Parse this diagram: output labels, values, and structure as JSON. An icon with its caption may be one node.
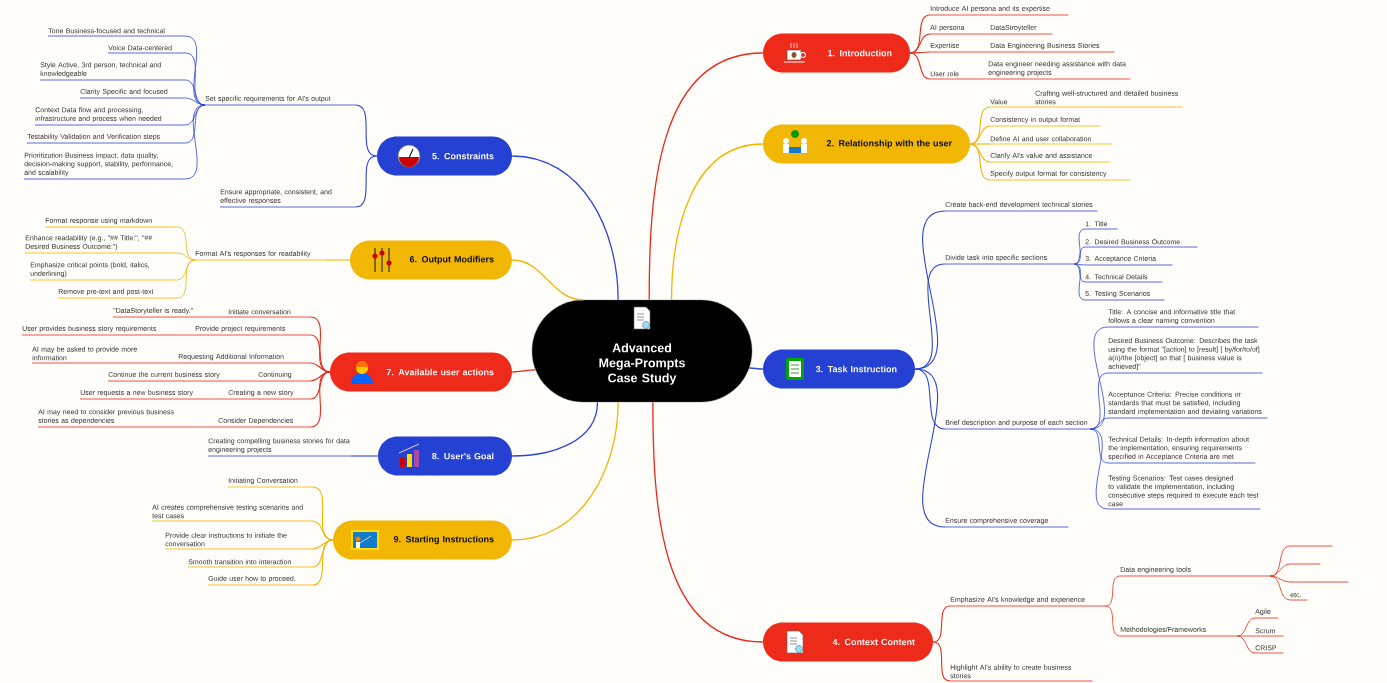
{
  "diagram": {
    "nodes": [
      {
        "text": [
          "Advanced Mega-Prompts Case Study"
        ]
      },
      {
        "text": [
          "1. Introduction"
        ]
      },
      {
        "text": [
          "Introduce AI persona and its expertise"
        ]
      },
      {
        "text": [
          "AI persona"
        ]
      },
      {
        "text": [
          "DataStroyteller"
        ]
      },
      {
        "text": [
          "Expertise"
        ]
      },
      {
        "text": [
          "Data Engineering Business Stories"
        ]
      },
      {
        "text": [
          "User role"
        ]
      },
      {
        "text": [
          "Data engineer needing assistance with data engineering projects"
        ]
      },
      {
        "text": [
          "2. Relationship with the user"
        ]
      },
      {
        "text": [
          "Value"
        ]
      },
      {
        "text": [
          "Crafting well-structured and detailed business stories"
        ]
      },
      {
        "text": [
          "Consistency in output format"
        ]
      },
      {
        "text": [
          "Define AI and user collaboration"
        ]
      },
      {
        "text": [
          "Clarify AI's value and assistance"
        ]
      },
      {
        "text": [
          "Specify output format for consistency"
        ]
      },
      {
        "text": [
          "3. Task Instruction"
        ]
      },
      {
        "text": [
          "Create back-end development technical stories"
        ]
      },
      {
        "text": [
          "Divide task into specific sections"
        ]
      },
      {
        "text": [
          "1. Title"
        ]
      },
      {
        "text": [
          "2. Desired Business Outcome"
        ]
      },
      {
        "text": [
          "3. Acceptance Criteria"
        ]
      },
      {
        "text": [
          "4. Technical Details"
        ]
      },
      {
        "text": [
          "5. Testing Scenarios"
        ]
      },
      {
        "text": [
          "Brief description and purpose of each section"
        ]
      },
      {
        "text": [
          "Title: A concise and informative title that follows a clear naming convention"
        ]
      },
      {
        "text": [
          "Desired Business Outcome: Describes the task using the format \"[action] to [result] [ by/for/to/of] a(n)/the [object] so that [ business value is achieved]\""
        ]
      },
      {
        "text": [
          "Acceptance Criteria: Precise conditions or standards that must be satisfied, including standard implementation and deviating variations"
        ]
      },
      {
        "text": [
          "Technical Details: In-depth information about the implementation, ensuring requirements specified in Acceptance Criteria are met"
        ]
      },
      {
        "text": [
          "Testing Scenarios: Test cases designed to validate the implementation, including consecutive steps required to execute each test case"
        ]
      },
      {
        "text": [
          "Ensure comprehensive coverage"
        ]
      },
      {
        "text": [
          "4. Context Content"
        ]
      },
      {
        "text": [
          "Emphasize AI's knowledge and experience"
        ]
      },
      {
        "text": [
          "Data engineering tools"
        ]
      },
      {
        "text": [],
        "shape": "line"
      },
      {
        "text": [],
        "shape": "line"
      },
      {
        "text": [],
        "shape": "line"
      },
      {
        "text": [
          "etc."
        ]
      },
      {
        "text": [
          "Methodologies/Frameworks"
        ]
      },
      {
        "text": [
          "Agile"
        ]
      },
      {
        "text": [
          "Scrum"
        ]
      },
      {
        "text": [
          "CRISP"
        ]
      },
      {
        "text": [
          "Highlight AI's ability to create business stories"
        ]
      },
      {
        "text": [
          "5. Constraints"
        ]
      },
      {
        "text": [
          "Set specific requirements for AI's output"
        ]
      },
      {
        "text": [
          "Tone Business-focused and technical"
        ]
      },
      {
        "text": [
          "Voice Data-centered"
        ]
      },
      {
        "text": [
          "Style Active, 3rd person, technical and knowledgeable"
        ]
      },
      {
        "text": [
          "Clarity Specific and focused"
        ]
      },
      {
        "text": [
          "Context Data flow and processing, infrastructure and process when needed"
        ]
      },
      {
        "text": [
          "Testability Validation and Verification steps"
        ]
      },
      {
        "text": [
          "Prioritization Business impact, data quality, decision-making support, stability, performance, and scalability"
        ]
      },
      {
        "text": [
          "Ensure appropriate, consistent, and effective responses"
        ]
      },
      {
        "text": [
          "6. Output Modifiers"
        ]
      },
      {
        "text": [
          "Format AI's responses for readability"
        ]
      },
      {
        "text": [
          "Format response using markdown"
        ]
      },
      {
        "text": [
          "Enhance readability (e.g., \"## Title:\", \"## Desired Business Outcome:\")"
        ]
      },
      {
        "text": [
          "Emphasize critical points (bold, italics, underlining)"
        ]
      },
      {
        "text": [
          "Remove pre-text and post-text"
        ]
      },
      {
        "text": [
          "7. Available user actions"
        ]
      },
      {
        "text": [
          "Initiate conversation"
        ]
      },
      {
        "text": [
          "\"DataStoryteller is ready.\""
        ]
      },
      {
        "text": [
          "Provide project requirements"
        ]
      },
      {
        "text": [
          "User provides business story requirements"
        ]
      },
      {
        "text": [
          "Requesting Additional Information"
        ]
      },
      {
        "text": [
          "AI may be asked to provide more information"
        ]
      },
      {
        "text": [
          "Continuing"
        ]
      },
      {
        "text": [
          "Continue the current business story"
        ]
      },
      {
        "text": [
          "Creating a new story"
        ]
      },
      {
        "text": [
          "User requests a new business story"
        ]
      },
      {
        "text": [
          "Consider Dependencies"
        ]
      },
      {
        "text": [
          "AI may need to consider previous business stories as dependencies"
        ]
      },
      {
        "text": [
          "8. User's Goal"
        ]
      },
      {
        "text": [
          "Creating compelling business stories for data engineering projects"
        ]
      },
      {
        "text": [
          "9. Starting Instructions"
        ]
      },
      {
        "text": [
          "Initiating Conversation"
        ]
      },
      {
        "text": [
          "AI creates comprehensive testing scenarios and test cases"
        ]
      },
      {
        "text": [
          "Provide clear instructions to initiate the conversation"
        ]
      },
      {
        "text": [
          "Smooth transition into interaction"
        ]
      },
      {
        "text": [
          "Guide user how to proceed."
        ]
      }
    ],
    "edges": [
      {
        "from": 0,
        "to": 1,
        "arrow": "none",
        "color": "#e8291c"
      },
      {
        "from": 0,
        "to": 9,
        "arrow": "none",
        "color": "#f1b500"
      },
      {
        "from": 0,
        "to": 16,
        "arrow": "none",
        "color": "#2c46d6"
      },
      {
        "from": 0,
        "to": 31,
        "arrow": "none",
        "color": "#e8291c"
      },
      {
        "from": 0,
        "to": 43,
        "arrow": "none",
        "color": "#2c46d6"
      },
      {
        "from": 0,
        "to": 53,
        "arrow": "none",
        "color": "#f1b500"
      },
      {
        "from": 0,
        "to": 59,
        "arrow": "none",
        "color": "#e8291c"
      },
      {
        "from": 0,
        "to": 72,
        "arrow": "none",
        "color": "#2c46d6"
      },
      {
        "from": 0,
        "to": 74,
        "arrow": "none",
        "color": "#f1b500"
      },
      {
        "from": 1,
        "to": 2,
        "arrow": "none",
        "color": "#e8291c"
      },
      {
        "from": 1,
        "to": 3,
        "arrow": "none",
        "color": "#e8291c"
      },
      {
        "from": 3,
        "to": 4,
        "arrow": "none",
        "color": "#e8291c"
      },
      {
        "from": 1,
        "to": 5,
        "arrow": "none",
        "color": "#e8291c"
      },
      {
        "from": 5,
        "to": 6,
        "arrow": "none",
        "color": "#e8291c"
      },
      {
        "from": 1,
        "to": 7,
        "arrow": "none",
        "color": "#e8291c"
      },
      {
        "from": 7,
        "to": 8,
        "arrow": "none",
        "color": "#e8291c"
      },
      {
        "from": 9,
        "to": 10,
        "arrow": "none",
        "color": "#f1b500"
      },
      {
        "from": 10,
        "to": 11,
        "arrow": "none",
        "color": "#f1b500"
      },
      {
        "from": 9,
        "to": 12,
        "arrow": "none",
        "color": "#f1b500"
      },
      {
        "from": 9,
        "to": 13,
        "arrow": "none",
        "color": "#f1b500"
      },
      {
        "from": 9,
        "to": 14,
        "arrow": "none",
        "color": "#f1b500"
      },
      {
        "from": 9,
        "to": 15,
        "arrow": "none",
        "color": "#f1b500"
      },
      {
        "from": 16,
        "to": 17,
        "arrow": "none",
        "color": "#2c46d6"
      },
      {
        "from": 16,
        "to": 18,
        "arrow": "none",
        "color": "#2c46d6"
      },
      {
        "from": 18,
        "to": 19,
        "arrow": "none",
        "color": "#2c46d6"
      },
      {
        "from": 18,
        "to": 20,
        "arrow": "none",
        "color": "#2c46d6"
      },
      {
        "from": 18,
        "to": 21,
        "arrow": "none",
        "color": "#2c46d6"
      },
      {
        "from": 18,
        "to": 22,
        "arrow": "none",
        "color": "#2c46d6"
      },
      {
        "from": 18,
        "to": 23,
        "arrow": "none",
        "color": "#2c46d6"
      },
      {
        "from": 16,
        "to": 24,
        "arrow": "none",
        "color": "#2c46d6"
      },
      {
        "from": 24,
        "to": 25,
        "arrow": "none",
        "color": "#2c46d6"
      },
      {
        "from": 24,
        "to": 26,
        "arrow": "none",
        "color": "#2c46d6"
      },
      {
        "from": 24,
        "to": 27,
        "arrow": "none",
        "color": "#2c46d6"
      },
      {
        "from": 24,
        "to": 28,
        "arrow": "none",
        "color": "#2c46d6"
      },
      {
        "from": 24,
        "to": 29,
        "arrow": "none",
        "color": "#2c46d6"
      },
      {
        "from": 16,
        "to": 30,
        "arrow": "none",
        "color": "#2c46d6"
      },
      {
        "from": 31,
        "to": 32,
        "arrow": "none",
        "color": "#e8291c"
      },
      {
        "from": 32,
        "to": 33,
        "arrow": "none",
        "color": "#e8291c"
      },
      {
        "from": 33,
        "to": 34,
        "arrow": "none",
        "color": "#e8291c"
      },
      {
        "from": 33,
        "to": 35,
        "arrow": "none",
        "color": "#e8291c"
      },
      {
        "from": 33,
        "to": 36,
        "arrow": "none",
        "color": "#e8291c"
      },
      {
        "from": 33,
        "to": 37,
        "arrow": "none",
        "color": "#e8291c"
      },
      {
        "from": 32,
        "to": 38,
        "arrow": "none",
        "color": "#e8291c"
      },
      {
        "from": 38,
        "to": 39,
        "arrow": "none",
        "color": "#e8291c"
      },
      {
        "from": 38,
        "to": 40,
        "arrow": "none",
        "color": "#e8291c"
      },
      {
        "from": 38,
        "to": 41,
        "arrow": "none",
        "color": "#e8291c"
      },
      {
        "from": 31,
        "to": 42,
        "arrow": "none",
        "color": "#e8291c"
      },
      {
        "from": 43,
        "to": 44,
        "arrow": "none",
        "color": "#2c46d6"
      },
      {
        "from": 44,
        "to": 45,
        "arrow": "none",
        "color": "#2c46d6"
      },
      {
        "from": 44,
        "to": 46,
        "arrow": "none",
        "color": "#2c46d6"
      },
      {
        "from": 44,
        "to": 47,
        "arrow": "none",
        "color": "#2c46d6"
      },
      {
        "from": 44,
        "to": 48,
        "arrow": "none",
        "color": "#2c46d6"
      },
      {
        "from": 44,
        "to": 49,
        "arrow": "none",
        "color": "#2c46d6"
      },
      {
        "from": 44,
        "to": 50,
        "arrow": "none",
        "color": "#2c46d6"
      },
      {
        "from": 44,
        "to": 51,
        "arrow": "none",
        "color": "#2c46d6"
      },
      {
        "from": 43,
        "to": 52,
        "arrow": "none",
        "color": "#2c46d6"
      },
      {
        "from": 53,
        "to": 54,
        "arrow": "none",
        "color": "#f1b500"
      },
      {
        "from": 54,
        "to": 55,
        "arrow": "none",
        "color": "#f1b500"
      },
      {
        "from": 54,
        "to": 56,
        "arrow": "none",
        "color": "#f1b500"
      },
      {
        "from": 54,
        "to": 57,
        "arrow": "none",
        "color": "#f1b500"
      },
      {
        "from": 54,
        "to": 58,
        "arrow": "none",
        "color": "#f1b500"
      },
      {
        "from": 59,
        "to": 60,
        "arrow": "none",
        "color": "#e8291c"
      },
      {
        "from": 60,
        "to": 61,
        "arrow": "none",
        "color": "#e8291c"
      },
      {
        "from": 59,
        "to": 62,
        "arrow": "none",
        "color": "#e8291c"
      },
      {
        "from": 62,
        "to": 63,
        "arrow": "none",
        "color": "#e8291c"
      },
      {
        "from": 59,
        "to": 64,
        "arrow": "none",
        "color": "#e8291c"
      },
      {
        "from": 64,
        "to": 65,
        "arrow": "none",
        "color": "#e8291c"
      },
      {
        "from": 59,
        "to": 66,
        "arrow": "none",
        "color": "#e8291c"
      },
      {
        "from": 66,
        "to": 67,
        "arrow": "none",
        "color": "#e8291c"
      },
      {
        "from": 59,
        "to": 68,
        "arrow": "none",
        "color": "#e8291c"
      },
      {
        "from": 68,
        "to": 69,
        "arrow": "none",
        "color": "#e8291c"
      },
      {
        "from": 59,
        "to": 70,
        "arrow": "none",
        "color": "#e8291c"
      },
      {
        "from": 70,
        "to": 71,
        "arrow": "none",
        "color": "#e8291c"
      },
      {
        "from": 72,
        "to": 73,
        "arrow": "none",
        "color": "#2c46d6"
      },
      {
        "from": 74,
        "to": 75,
        "arrow": "none",
        "color": "#f1b500"
      },
      {
        "from": 74,
        "to": 76,
        "arrow": "none",
        "color": "#f1b500"
      },
      {
        "from": 74,
        "to": 77,
        "arrow": "none",
        "color": "#f1b500"
      },
      {
        "from": 74,
        "to": 78,
        "arrow": "none",
        "color": "#f1b500"
      },
      {
        "from": 74,
        "to": 79,
        "arrow": "none",
        "color": "#f1b500"
      }
    ]
  }
}
